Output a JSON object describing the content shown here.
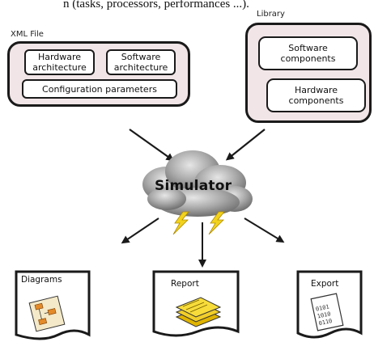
{
  "caption_fragment": "n (tasks, processors, performances ...).",
  "xml_file": {
    "label": "XML File",
    "hardware_architecture": "Hardware architecture",
    "software_architecture": "Software architecture",
    "configuration_parameters": "Configuration parameters"
  },
  "library": {
    "label": "Library",
    "software_components": "Software components",
    "hardware_components": "Hardware components"
  },
  "simulator": {
    "label": "Simulator"
  },
  "outputs": [
    {
      "label": "Diagrams",
      "icon": "diagram-icon"
    },
    {
      "label": "Report",
      "icon": "report-icon"
    },
    {
      "label": "Export",
      "icon": "export-icon"
    }
  ],
  "colors": {
    "group_fill": "#f1e5e7",
    "stroke": "#1a1a1a",
    "lightning": "#f2d21c"
  }
}
